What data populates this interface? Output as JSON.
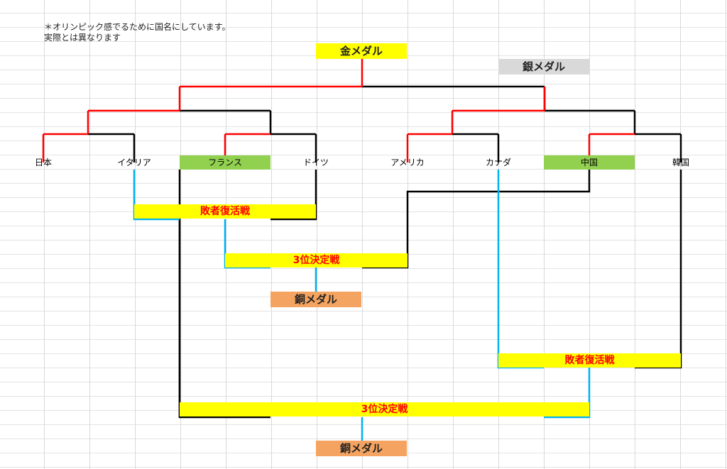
{
  "note": {
    "line1": "＊オリンピック感でるために国名にしています。",
    "line2": "実際とは異なります"
  },
  "medals": {
    "gold": "金メダル",
    "silver": "銀メダル",
    "bronze_left": "銅メダル",
    "bronze_bottom": "銅メダル"
  },
  "teams": [
    "日本",
    "イタリア",
    "フランス",
    "ドイツ",
    "アメリカ",
    "カナダ",
    "中国",
    "韓国"
  ],
  "matches": {
    "repechage_left": "敗者復活戦",
    "third_place_left": "3位決定戦",
    "repechage_right": "敗者復活戦",
    "third_place_bottom": "3位決定戦"
  },
  "colors": {
    "gold": "#ffff00",
    "silver": "#d9d9d9",
    "bronze": "#f4a460",
    "qualified": "#92d050",
    "win_line": "#ff0000",
    "repechage_line": "#00b0f0",
    "loss_line": "#000000",
    "match_text": "#ff0000"
  }
}
